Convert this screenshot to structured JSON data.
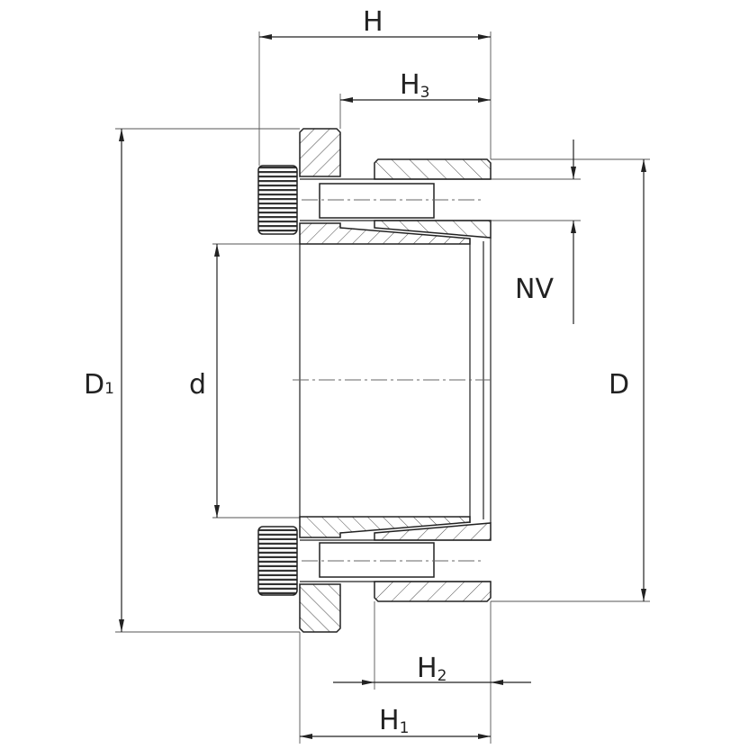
{
  "labels": {
    "H": {
      "main": "H",
      "sub": ""
    },
    "H3": {
      "main": "H",
      "sub": "3"
    },
    "D1": {
      "main": "D",
      "sub": "1"
    },
    "d": {
      "main": "d",
      "sub": ""
    },
    "D": {
      "main": "D",
      "sub": ""
    },
    "NV": {
      "main": "NV",
      "sub": ""
    },
    "H2": {
      "main": "H",
      "sub": "2"
    },
    "H1": {
      "main": "H",
      "sub": "1"
    }
  },
  "colors": {
    "line": "#222222",
    "background": "#ffffff"
  }
}
